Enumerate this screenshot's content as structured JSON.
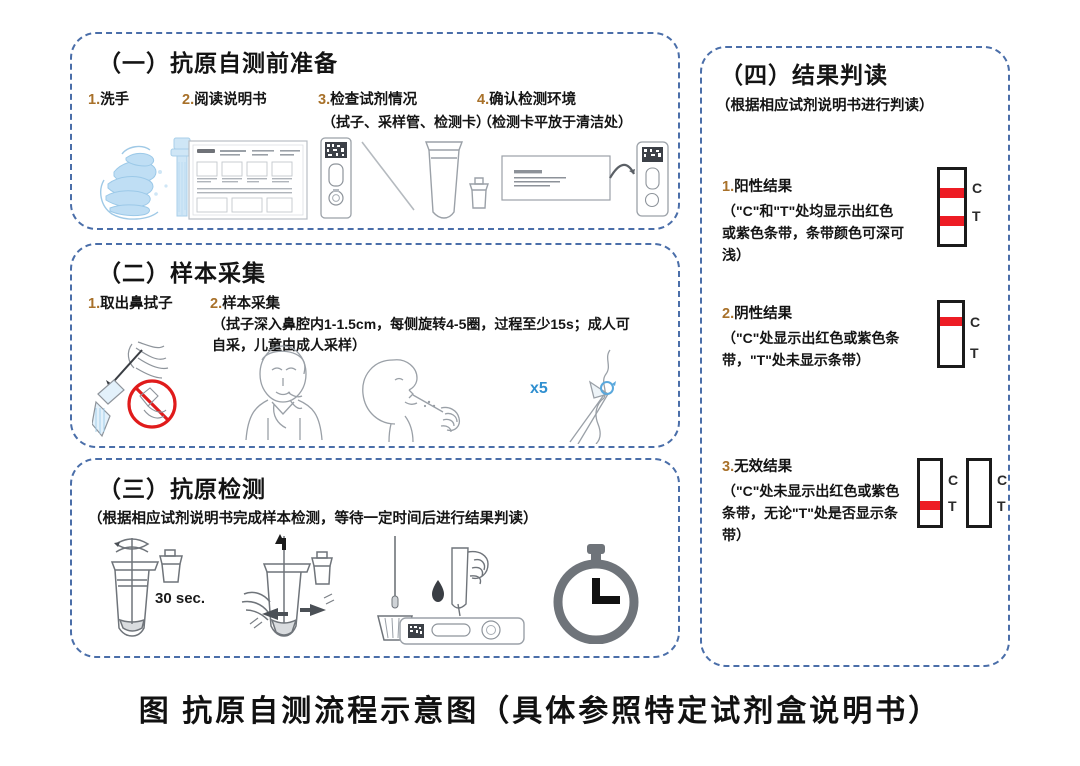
{
  "caption": "图 抗原自测流程示意图（具体参照特定试剂盒说明书）",
  "colors": {
    "panel_border": "#4a6ea9",
    "band_red": "#ed1c24",
    "number_accent": "#a8712a",
    "accent_blue": "#2f8fd0",
    "line_gray": "#8a8f96",
    "illustration_blue": "#a9d4ef"
  },
  "sections": {
    "prep": {
      "title": "（一）抗原自测前准备",
      "steps": [
        {
          "num": "1.",
          "label": "洗手",
          "sub": ""
        },
        {
          "num": "2.",
          "label": "阅读说明书",
          "sub": ""
        },
        {
          "num": "3.",
          "label": "检查试剂情况",
          "sub": "（拭子、采样管、检测卡）"
        },
        {
          "num": "4.",
          "label": "确认检测环境",
          "sub": "（检测卡平放于清洁处）"
        }
      ],
      "art": [
        "hand-washing",
        "instruction-sheet",
        "test-card-and-swab",
        "extraction-tube-and-cap",
        "clean-surface-and-card"
      ]
    },
    "sample": {
      "title": "（二）样本采集",
      "steps": [
        {
          "num": "1.",
          "label": "取出鼻拭子"
        },
        {
          "num": "2.",
          "label": "样本采集"
        }
      ],
      "note_line1": "（拭子深入鼻腔内1-1.5cm，每侧旋转4-5圈，过程至少15s；成人可",
      "note_line2": "自采，儿童由成人采样）",
      "rotation_marker": "x5",
      "art": [
        "swab-removal-no-touch",
        "adult-self-swab",
        "child-swab-by-adult",
        "nostril-rotation-detail"
      ]
    },
    "test": {
      "title": "（三）抗原检测",
      "note": "（根据相应试剂说明书完成样本检测，等待一定时间后进行结果判读）",
      "timer_label": "30 sec.",
      "art": [
        "swab-in-tube-stir",
        "squeeze-tube-extract",
        "discard-swab",
        "drop-sample-on-card",
        "wait-timer"
      ]
    },
    "results": {
      "title": "（四）结果判读",
      "note": "（根据相应试剂说明书进行判读）",
      "items": [
        {
          "num": "1.",
          "title": "阳性结果",
          "body": "（\"C\"和\"T\"处均显示出红色或紫色条带，条带颜色可深可浅）",
          "cassettes": [
            {
              "c_band": true,
              "t_band": true,
              "c_label": "C",
              "t_label": "T"
            }
          ]
        },
        {
          "num": "2.",
          "title": "阴性结果",
          "body": "（\"C\"处显示出红色或紫色条带，\"T\"处未显示条带）",
          "cassettes": [
            {
              "c_band": true,
              "t_band": false,
              "c_label": "C",
              "t_label": "T"
            }
          ]
        },
        {
          "num": "3.",
          "title": "无效结果",
          "body": "（\"C\"处未显示出红色或紫色条带，无论\"T\"处是否显示条带）",
          "cassettes": [
            {
              "c_band": false,
              "t_band": true,
              "c_label": "C",
              "t_label": "T"
            },
            {
              "c_band": false,
              "t_band": false,
              "c_label": "C",
              "t_label": "T"
            }
          ]
        }
      ]
    }
  }
}
